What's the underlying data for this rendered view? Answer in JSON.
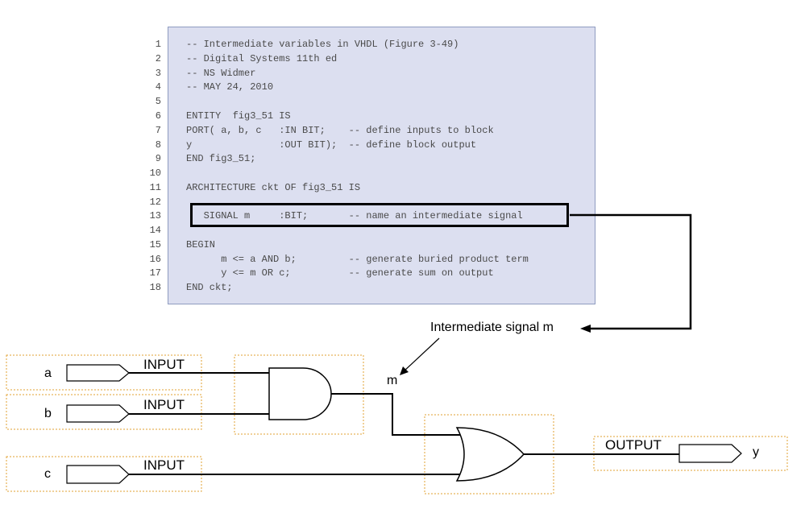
{
  "code": {
    "line_numbers": [
      "1",
      "2",
      "3",
      "4",
      "5",
      "6",
      "7",
      "8",
      "9",
      "10",
      "11",
      "12",
      "13",
      "14",
      "15",
      "16",
      "17",
      "18"
    ],
    "lines": [
      "-- Intermediate variables in VHDL (Figure 3-49)",
      "-- Digital Systems 11th ed",
      "-- NS Widmer",
      "-- MAY 24, 2010",
      "",
      "ENTITY  fig3_51 IS",
      "PORT( a, b, c   :IN BIT;    -- define inputs to block",
      "y               :OUT BIT);  -- define block output",
      "END fig3_51;",
      "",
      "ARCHITECTURE ckt OF fig3_51 IS",
      "",
      "   SIGNAL m     :BIT;       -- name an intermediate signal",
      "",
      "BEGIN",
      "      m <= a AND b;         -- generate buried product term",
      "      y <= m OR c;          -- generate sum on output",
      "END ckt;"
    ]
  },
  "callout": {
    "text": "Intermediate signal m"
  },
  "signal_label": "m",
  "inputs": [
    {
      "name": "a",
      "label": "INPUT"
    },
    {
      "name": "b",
      "label": "INPUT"
    },
    {
      "name": "c",
      "label": "INPUT"
    }
  ],
  "output": {
    "name": "y",
    "label": "OUTPUT"
  },
  "colors": {
    "panel_bg": "#dcdff0",
    "panel_border": "#8f9cc0",
    "dashed_box": "#e0a030",
    "wire": "#000000"
  }
}
